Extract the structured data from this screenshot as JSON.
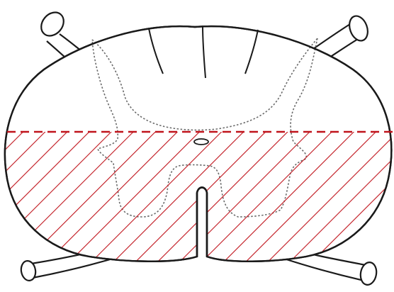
{
  "diagram": {
    "kind": "spinal-cord-cross-section",
    "hatch_region": "ventral-half",
    "colors": {
      "outline": "#1a1a1a",
      "gray_matter_dots": "#6b6b6b",
      "hatch": "#c0141c",
      "background": "#ffffff"
    },
    "icons": [
      "spinal-cord-outline",
      "dorsal-root-left",
      "dorsal-root-right",
      "ventral-root-left",
      "ventral-root-right",
      "gray-matter-butterfly",
      "central-canal",
      "anterior-median-fissure",
      "lesion-boundary-dashed-line",
      "lesion-hatching"
    ]
  }
}
